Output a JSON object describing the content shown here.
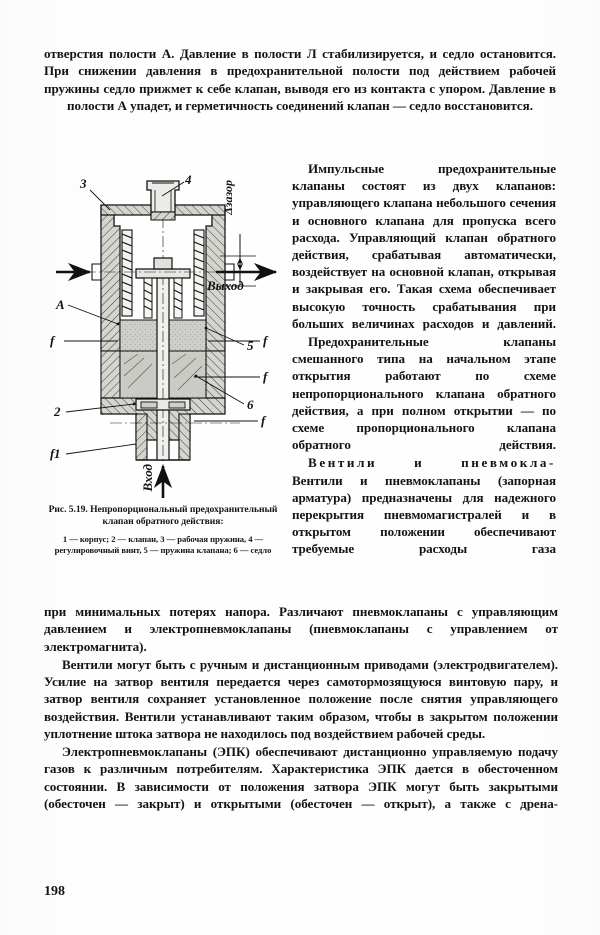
{
  "document": {
    "page_number": "198",
    "language": "ru"
  },
  "top_block": {
    "paragraphs": [
      "отверстия полости А. Давление в полости Л стабилизируется, и седло остановится. При снижении давления в предохранительной полости под действием рабочей пружины седло прижмет к себе клапан, выводя его из контакта с упором. Давление в полости А упадет, и герметичность соединений клапан — седло восстановится."
    ]
  },
  "right_column": {
    "paragraphs": [
      "Импульсные предохранительные клапаны состоят из двух клапанов: управляющего клапана небольшого сечения и основного клапана для пропуска всего расхода. Управляющий клапан обратного действия, срабатывая автоматически, воздействует на основной клапан, открывая и закрывая его. Такая схема обеспечивает высокую точность срабатывания при больших величинах расходов и давлений.",
      "Предохранительные клапаны смешанного типа на начальном этапе открытия работают по схеме непропорционального клапана обратного действия, а при полном открытии — по схеме пропорционального клапана обратного действия.",
      "Вентили и пневмоклапаны (запорная арматура) предназначены для надежного перекрытия пневмомагистралей и в открытом положении обеспечивают требуемые расходы газа"
    ],
    "heading_spaced": "Вентили и пневмокла-"
  },
  "figure": {
    "caption_number": "Рис. 5.19.",
    "caption_title": "Непропорциональный предохранительный клапан обратного действия:",
    "legend": "1 — корпус;  2 — клапан,  3 — рабочая пружина,  4 — регулировочный винт, 5 — пружина клапана;  6 — седло",
    "callouts": [
      {
        "id": "c3",
        "label": "3"
      },
      {
        "id": "c4",
        "label": "4"
      },
      {
        "id": "cA",
        "label": "А"
      },
      {
        "id": "c5",
        "label": "5"
      },
      {
        "id": "c6",
        "label": "6"
      },
      {
        "id": "c2",
        "label": "2"
      },
      {
        "id": "c1",
        "label": "1"
      },
      {
        "id": "f1",
        "label": "f"
      },
      {
        "id": "f2",
        "label": "f"
      },
      {
        "id": "f3",
        "label": "f"
      },
      {
        "id": "f4",
        "label": "f"
      },
      {
        "id": "f5",
        "label": "f"
      }
    ],
    "flow_labels": {
      "gap": "Δзазор",
      "outlet": "Выход",
      "inlet": "Вход"
    },
    "colors": {
      "ink": "#1a1a1a",
      "hatch_fill": "#c9c9c4",
      "body_fill": "#d8d8d3"
    }
  },
  "bottom_block": {
    "paragraphs": [
      "при минимальных потерях напора. Различают пневмоклапаны с управляющим давлением и электропневмоклапаны (пневмоклапаны с управлением от электромагнита).",
      "Вентили могут быть с ручным и дистанционным приводами (электродвигателем). Усилие на затвор вентиля передается через самотормозящуюся винтовую пару, и затвор вентиля сохраняет установленное положение после снятия управляющего воздействия. Вентили устанавливают таким образом, чтобы в закрытом положении уплотнение штока затвора не находилось под воздействием рабочей среды.",
      "Электропневмоклапаны (ЭПК) обеспечивают дистанционно управляемую подачу газов к различным потребителям. Характеристика ЭПК дается в обесточенном состоянии. В зависимости от положения затвора ЭПК могут быть закрытыми (обесточен — закрыт) и открытыми (обесточен — открыт), а также с дрена-"
    ]
  }
}
